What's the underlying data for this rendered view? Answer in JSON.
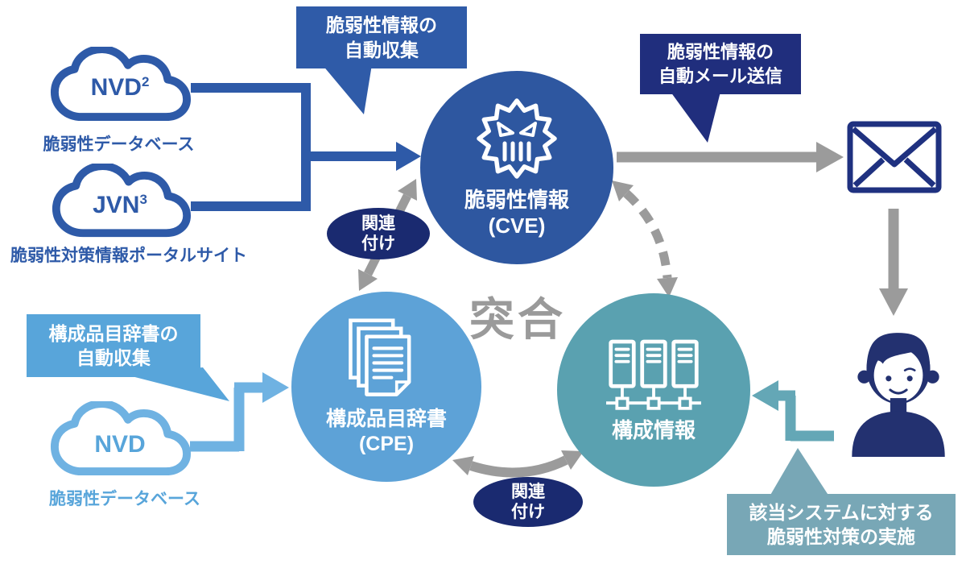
{
  "colors": {
    "royal_blue": "#2e5aa8",
    "cve_circle": "#2e57a0",
    "cpe_circle": "#5da2d7",
    "config_circle": "#5aa1b0",
    "callout_blue": "#2f5ba8",
    "callout_navy": "#202e7d",
    "callout_light_blue": "#58a5da",
    "callout_teal_gray": "#78a7b6",
    "oval_navy": "#1a2a70",
    "light_blue_stroke": "#6fb2e2",
    "teal_arrow": "#64a7b6",
    "arrow_gray": "#9b9b9b",
    "navy_icon": "#233170"
  },
  "sources": {
    "nvd_top": {
      "name": "NVD",
      "sup": "2",
      "label": "脆弱性データベース"
    },
    "jvn": {
      "name": "JVN",
      "sup": "3",
      "label": "脆弱性対策情報ポータルサイト"
    },
    "nvd_bottom": {
      "name": "NVD",
      "label": "脆弱性データベース"
    }
  },
  "callouts": {
    "auto_collect_vuln": {
      "line1": "脆弱性情報の",
      "line2": "自動収集"
    },
    "auto_mail": {
      "line1": "脆弱性情報の",
      "line2": "自動メール送信"
    },
    "auto_collect_dict": {
      "line1": "構成品目辞書の",
      "line2": "自動収集"
    },
    "apply_measures": {
      "line1": "該当システムに対する",
      "line2": "脆弱性対策の実施"
    }
  },
  "nodes": {
    "cve": {
      "title": "脆弱性情報",
      "subtitle": "(CVE)"
    },
    "cpe": {
      "title": "構成品目辞書",
      "subtitle": "(CPE)"
    },
    "config": {
      "title": "構成情報"
    }
  },
  "labels": {
    "matching": "突合",
    "association_top": {
      "line1": "関連",
      "line2": "付け"
    },
    "association_bottom": {
      "line1": "関連",
      "line2": "付け"
    }
  }
}
